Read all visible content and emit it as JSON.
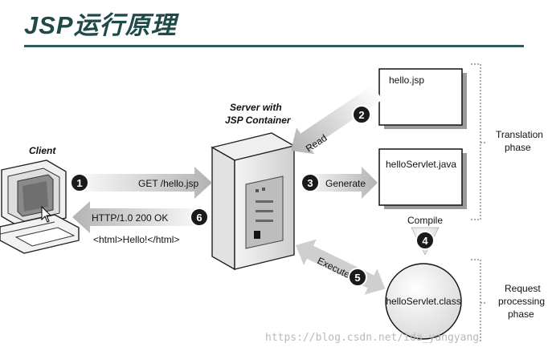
{
  "title": "JSP运行原理",
  "labels": {
    "client": "Client",
    "server_line1": "Server with",
    "server_line2": "JSP Container",
    "hello_jsp": "hello.jsp",
    "hello_servlet_java": "helloServlet.java",
    "hello_servlet_class": "helloServlet.class",
    "translation_line1": "Translation",
    "translation_line2": "phase",
    "request_line1": "Request",
    "request_line2": "processing",
    "request_line3": "phase",
    "get_request": "GET /hello.jsp",
    "http_response": "HTTP/1.0 200 OK",
    "html_body": "<html>Hello!</html>",
    "read": "Read",
    "generate": "Generate",
    "compile": "Compile",
    "execute": "Execute"
  },
  "steps": [
    "1",
    "2",
    "3",
    "4",
    "5",
    "6"
  ],
  "colors": {
    "title": "#1f4a4a",
    "rule": "#2e5c5c",
    "arrow": "#c6c6c6",
    "badge": "#1a1a1a"
  },
  "watermark": "https://blog.csdn.net/ida_yangyang"
}
